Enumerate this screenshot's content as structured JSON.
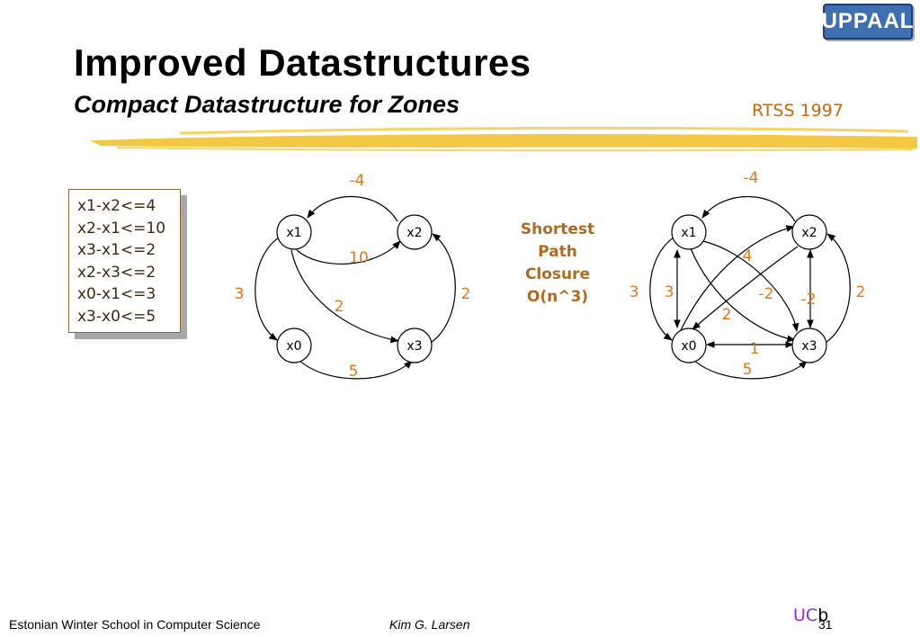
{
  "slide": {
    "title": "Improved Datastructures",
    "subtitle": "Compact Datastructure for Zones",
    "conference": "RTSS 1997",
    "logo_text": "UPPAAL"
  },
  "constraints": [
    "x1-x2<=4",
    "x2-x1<=10",
    "x3-x1<=2",
    "x2-x3<=2",
    "x0-x1<=3",
    "x3-x0<=5"
  ],
  "middle_label": [
    "Shortest",
    "Path",
    "Closure",
    "O(n^3)"
  ],
  "left_graph": {
    "nodes": [
      "x1",
      "x2",
      "x0",
      "x3"
    ],
    "weights": {
      "x2_x1": "-4",
      "x1_x2": "10",
      "x1_x3": "2",
      "x1_x0": "3",
      "x3_x2": "2",
      "x0_x3": "5"
    }
  },
  "right_graph": {
    "nodes": [
      "x1",
      "x2",
      "x0",
      "x3"
    ],
    "weights": {
      "top": "-4",
      "diag_a": "4",
      "left_outer": "3",
      "left_inner": "3",
      "diag_b": "-2",
      "right_inner": "-2",
      "right_outer": "2",
      "diag_c": "2",
      "x3_x0": "1",
      "bottom": "5"
    }
  },
  "footer": {
    "school": "Estonian Winter School in Computer Science",
    "author": "Kim G. Larsen",
    "uc": "UC",
    "uc_b": "b",
    "page": "31"
  },
  "colors": {
    "weight": "#e07818",
    "highlight_bar": "#f2c230",
    "middle_label": "#b06a20"
  }
}
